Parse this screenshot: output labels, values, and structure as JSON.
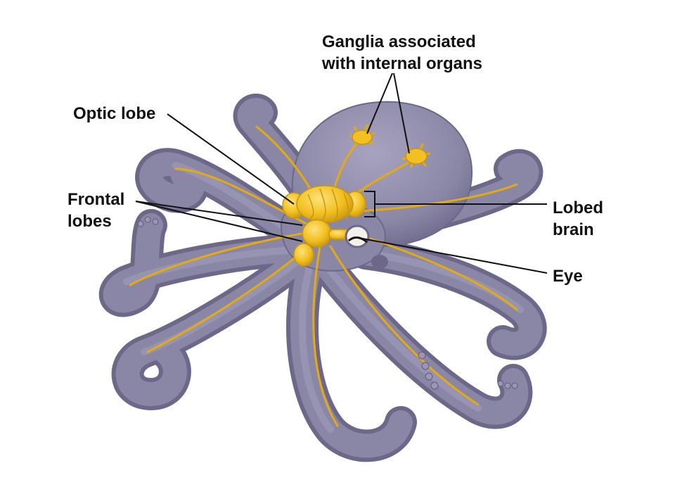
{
  "labels": {
    "ganglia": {
      "line1": "Ganglia associated",
      "line2": "with internal organs"
    },
    "optic_lobe": "Optic lobe",
    "frontal_lobes": {
      "line1": "Frontal",
      "line2": "lobes"
    },
    "lobed_brain": {
      "line1": "Lobed",
      "line2": "brain"
    },
    "eye": "Eye"
  },
  "colors": {
    "body": "#8a86a6",
    "body_shadow": "#6d6889",
    "body_highlight": "#aeaac4",
    "nerve": "#f2c021",
    "nerve_dark": "#c9960f",
    "leader": "#111111"
  }
}
